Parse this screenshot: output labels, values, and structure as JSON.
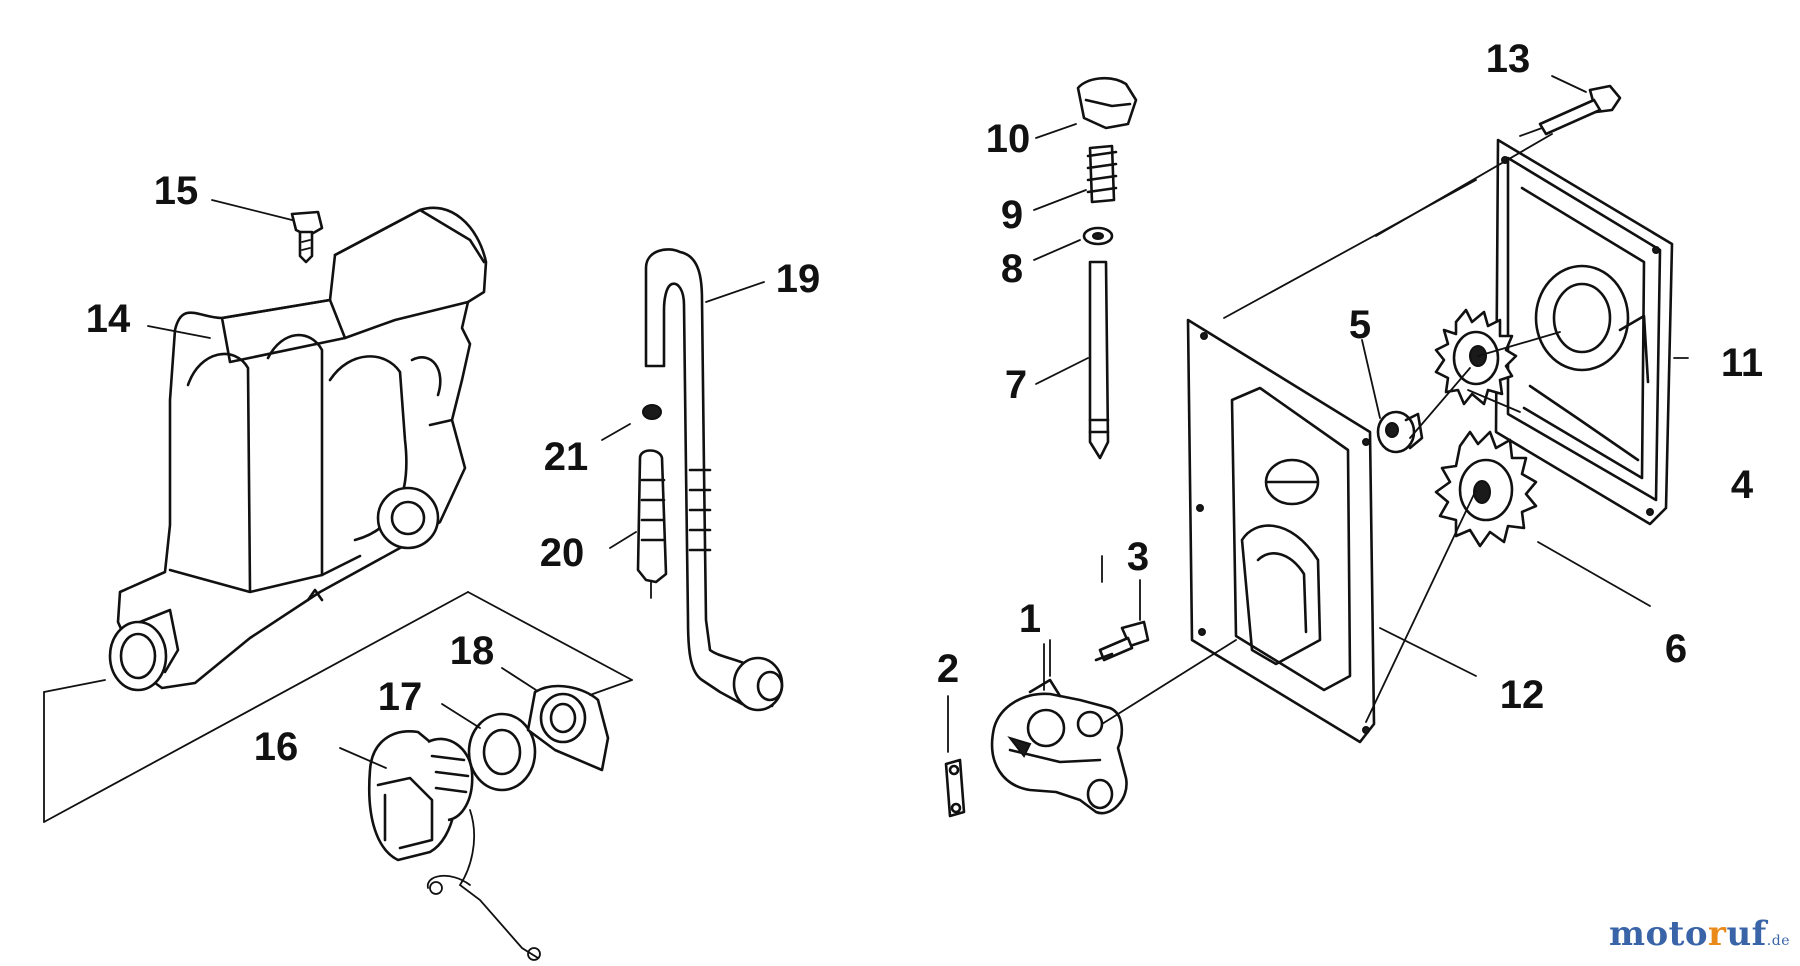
{
  "diagram": {
    "part_labels": {
      "p1": "1",
      "p2": "2",
      "p3": "3",
      "p4": "4",
      "p5": "5",
      "p6": "6",
      "p7": "7",
      "p8": "8",
      "p9": "9",
      "p10": "10",
      "p11": "11",
      "p12": "12",
      "p13": "13",
      "p14": "14",
      "p15": "15",
      "p16": "16",
      "p17": "17",
      "p18": "18",
      "p19": "19",
      "p20": "20",
      "p21": "21"
    }
  },
  "watermark": {
    "part1": "moto",
    "part2": "r",
    "part3": "uf",
    "suffix": ".de"
  }
}
